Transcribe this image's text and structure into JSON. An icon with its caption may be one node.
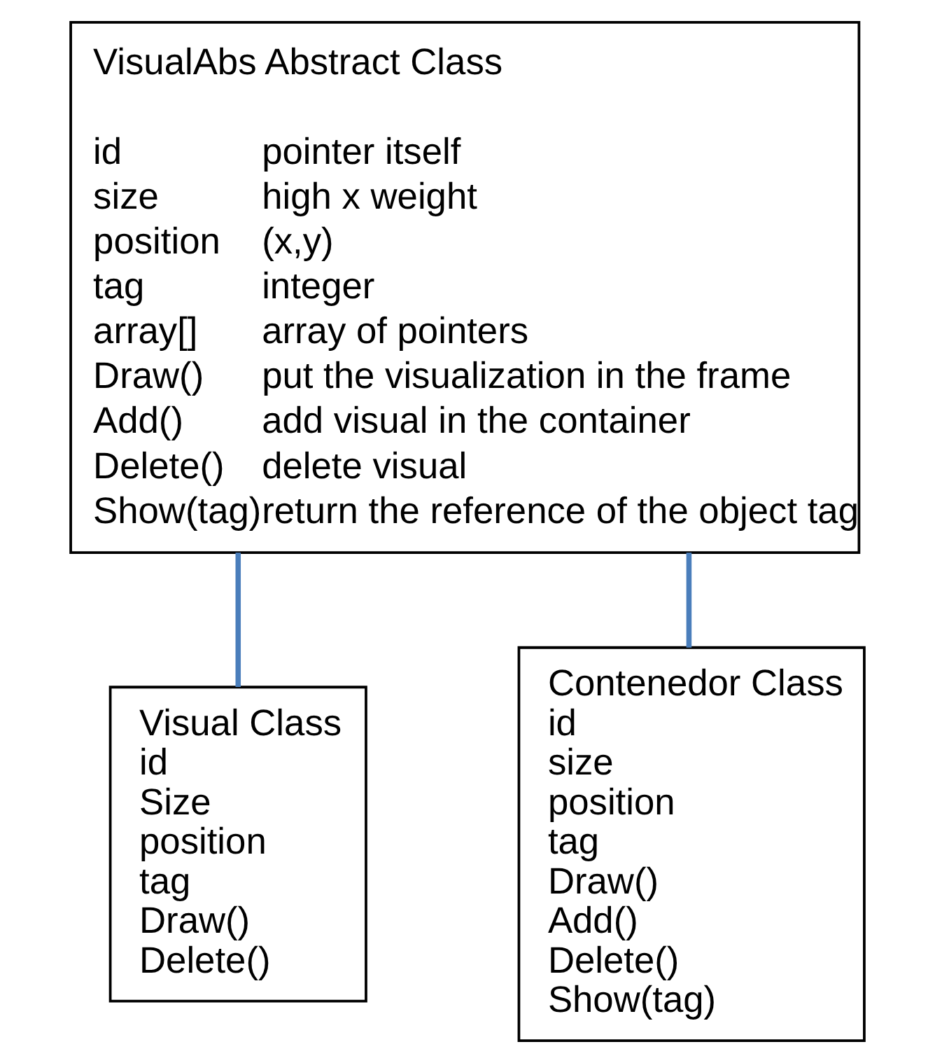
{
  "diagram": {
    "nodes": [
      {
        "text": [
          "VisualAbs Abstract Class",
          "id",
          "pointer itself",
          "size",
          "high x weight",
          "position",
          "(x,y)",
          "tag",
          "integer",
          "array[]",
          "array of pointers",
          "Draw()",
          "put the visualization in the frame",
          "Add()",
          "add visual in the container",
          "Delete()",
          "delete visual",
          "Show(tag)",
          "return the reference of the object tag"
        ]
      },
      {
        "text": [
          "Visual Class",
          "id",
          "Size",
          "position",
          "tag",
          "Draw()",
          "Delete()"
        ]
      },
      {
        "text": [
          "Contenedor Class",
          "id",
          "size",
          "position",
          "tag",
          "Draw()",
          "Add()",
          "Delete()",
          "Show(tag)"
        ]
      }
    ],
    "edges": [
      {
        "from": 0,
        "to": 1,
        "arrow": "none"
      },
      {
        "from": 0,
        "to": 2,
        "arrow": "none"
      }
    ]
  }
}
